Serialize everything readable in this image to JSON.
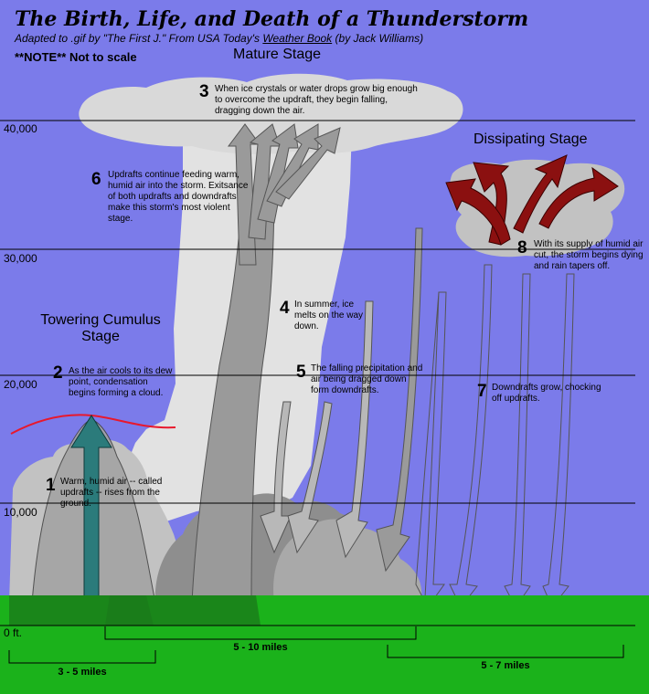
{
  "title": "The Birth, Life, and Death of a Thunderstorm",
  "subtitle_prefix": "Adapted to .gif by \"The First J.\"  From USA Today's ",
  "subtitle_book": "Weather Book",
  "subtitle_suffix": " (by Jack Williams)",
  "note": "**NOTE** Not to scale",
  "stages": {
    "mature": "Mature Stage",
    "dissipating": "Dissipating Stage",
    "towering_line1": "Towering Cumulus",
    "towering_line2": "Stage"
  },
  "altitudes": [
    "40,000",
    "30,000",
    "20,000",
    "10,000",
    "0 ft."
  ],
  "steps": [
    {
      "num": "1",
      "text": "Warm, humid air -- called updrafts -- rises from the ground."
    },
    {
      "num": "2",
      "text": "As the air cools to its dew point, condensation begins forming a cloud."
    },
    {
      "num": "3",
      "text": "When ice crystals or water drops grow big enough to overcome the updraft, they begin falling, dragging down the air."
    },
    {
      "num": "4",
      "text": "In summer, ice melts on the way down."
    },
    {
      "num": "5",
      "text": "The falling precipitation and air being dragged down form downdrafts."
    },
    {
      "num": "6",
      "text": "Updrafts continue feeding warm, humid air into the storm.  Exitsance of both updrafts and downdrafts make this storm's most violent stage."
    },
    {
      "num": "7",
      "text": "Downdrafts grow, chocking off updrafts."
    },
    {
      "num": "8",
      "text": "With its supply of humid air cut, the storm begins dying and rain tapers off."
    }
  ],
  "distances": {
    "towering": "3 - 5 miles",
    "mature": "5 - 10 miles",
    "dissipating": "5 - 7 miles"
  },
  "colors": {
    "sky": "#7b7bea",
    "ground": "#1bb21b",
    "cloud_light": "#d6d6d6",
    "cloud_mid": "#aaaaaa",
    "cloud_dark": "#777777",
    "updraft_arrow": "#2b7b7b",
    "dissipating_arrows": "#8b1010",
    "dew_point_line": "#e8182c"
  }
}
